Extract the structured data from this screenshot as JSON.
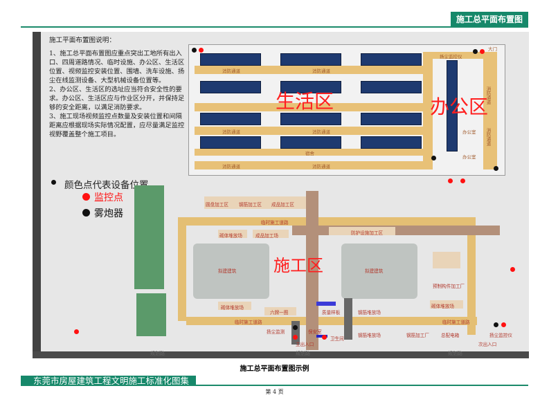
{
  "header": {
    "tag": "施工总平面布置图"
  },
  "notes": {
    "title": "施工平面布置图说明：",
    "p1": "1、施工总平面布置图应重点突出工地所有出入口、四周道路情况、临时设施、办公区、生活区位置、视频监控安装位置、围墙、洗车设施、扬尘在线监测设备、大型机械设备位置等。",
    "p2": "2、办公区、生活区的选址应当符合安全性的要求。办公区、生活区应与作业区分开，并保持足够的安全距离，以满足消防要求。",
    "p3": "3、施工现场视频监控点数量及安装位置和间隔距离应根据现场实际情况配置，应尽量满足监控视野覆盖整个施工项目。"
  },
  "legend": {
    "title": "颜色点代表设备位置",
    "monitor": "监控点",
    "fog": "雾炮器",
    "monitor_color": "#ff1010",
    "fog_color": "#111111"
  },
  "zones": {
    "living": "生活区",
    "office": "办公区",
    "construction": "施工区"
  },
  "living_labels": {
    "fire_lane": "消防通道",
    "dorm": "宿舍",
    "dust_monitor": "扬尘监控仪",
    "gate_big": "大门",
    "office_room": "办公室"
  },
  "site_labels": {
    "bend": "圆盘加工区",
    "steel1": "钢筋加工区",
    "finished": "成品加工区",
    "temp_road_top": "临时施工道路",
    "masonry1": "砌体堆放场",
    "finished_site": "成品加工场",
    "protect": "防护设施加工区",
    "building_a": "拟建建筑",
    "building_b": "拟建建筑",
    "precast": "预制构件加工厂",
    "masonry2": "砌体堆放场",
    "masonry3": "砌体堆放场",
    "six_board": "六牌一图",
    "model": "质量样板",
    "temp_road_bottom": "临时施工道路",
    "steel_stack": "钢筋堆放场",
    "dust_pool": "扬尘监测",
    "guard": "保安室",
    "washing": "卫生间",
    "steel_stack2": "钢筋堆放场",
    "steel_factory": "钢筋加工厂",
    "power": "总配电箱",
    "temp_road_right": "临时施工道路",
    "dust_monitor2": "扬尘监控仪",
    "gate_main": "主出入口",
    "gate_side": "次出入口",
    "road1": "规划路",
    "road2": "规划路",
    "road3": "规划路"
  },
  "caption": "施工总平面布置图示例",
  "footer": {
    "title": "东莞市房屋建筑工程文明施工标准化图集",
    "page": "第 4 页"
  }
}
